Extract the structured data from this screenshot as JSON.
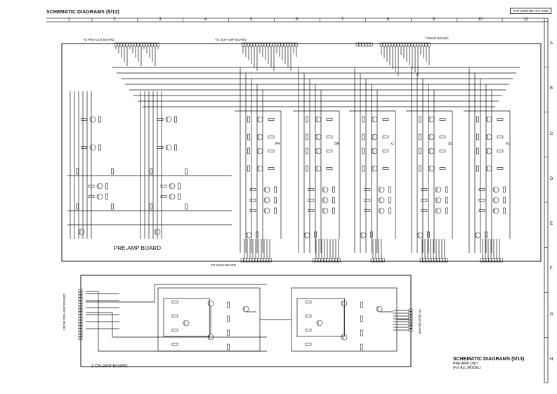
{
  "header": {
    "title": "SCHEMATIC DIAGRAMS (5/13)",
    "model": "AVR-1906/785 AVC-1590"
  },
  "grid": {
    "columns": [
      "1",
      "2",
      "3",
      "4",
      "5",
      "6",
      "7",
      "8",
      "9",
      "10",
      "11"
    ],
    "rows": [
      "A",
      "B",
      "C",
      "D",
      "E",
      "F",
      "G",
      "H"
    ]
  },
  "boards": {
    "pre_amp": "PRE-AMP BOARD",
    "two_ch_amp": "2 CH-AMP BOARD"
  },
  "connectors": {
    "to_pre_out": "TO PRE-OUT BOARD",
    "to_3ch_amp": "TO 3CH-AMP BOARD",
    "front_board": "FRONT BOARD",
    "to_main_board": "TO MAIN BOARD",
    "from_pre_amp": "FROM PRE-AMP BOARD",
    "to_main_board_right": "TO MAIN BOARD"
  },
  "channels": [
    "FR",
    "SR",
    "C",
    "SL",
    "FL"
  ],
  "footer": {
    "title": "SCHEMATIC DIAGRAMS (5/13)",
    "unit": "PRE-AMP UNIT",
    "model": "(For ALL MODEL)"
  }
}
